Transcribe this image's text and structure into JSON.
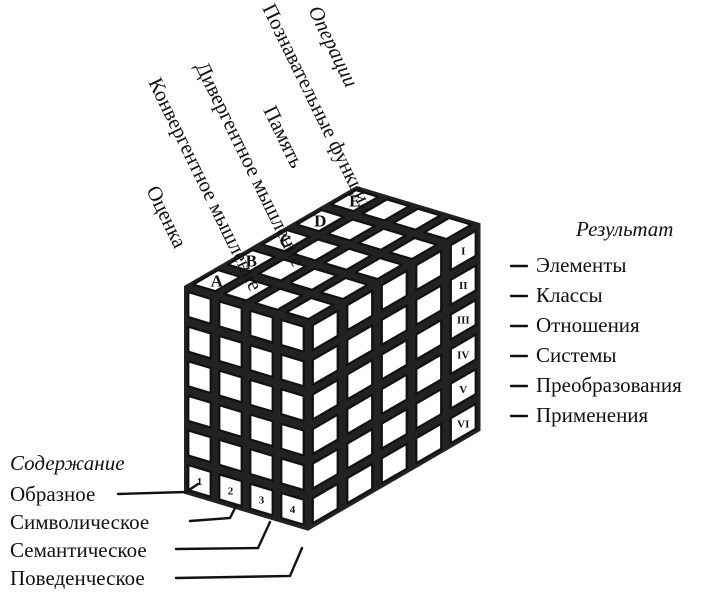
{
  "operations": {
    "heading": "Операции",
    "items": [
      {
        "letter": "A",
        "label": "Оценка"
      },
      {
        "letter": "B",
        "label": "Конвергентное мышление"
      },
      {
        "letter": "C",
        "label": "Дивергентное мышление"
      },
      {
        "letter": "D",
        "label": "Память"
      },
      {
        "letter": "E",
        "label": "Познавательные функции"
      }
    ]
  },
  "products": {
    "heading": "Результат",
    "items": [
      {
        "numeral": "I",
        "label": "Элементы"
      },
      {
        "numeral": "II",
        "label": "Классы"
      },
      {
        "numeral": "III",
        "label": "Отношения"
      },
      {
        "numeral": "IV",
        "label": "Системы"
      },
      {
        "numeral": "V",
        "label": "Преобразования"
      },
      {
        "numeral": "VI",
        "label": "Применения"
      }
    ]
  },
  "contents": {
    "heading": "Содержание",
    "items": [
      {
        "number": "1",
        "label": "Образное"
      },
      {
        "number": "2",
        "label": "Символическое"
      },
      {
        "number": "3",
        "label": "Семантическое"
      },
      {
        "number": "4",
        "label": "Поведенческое"
      }
    ]
  }
}
